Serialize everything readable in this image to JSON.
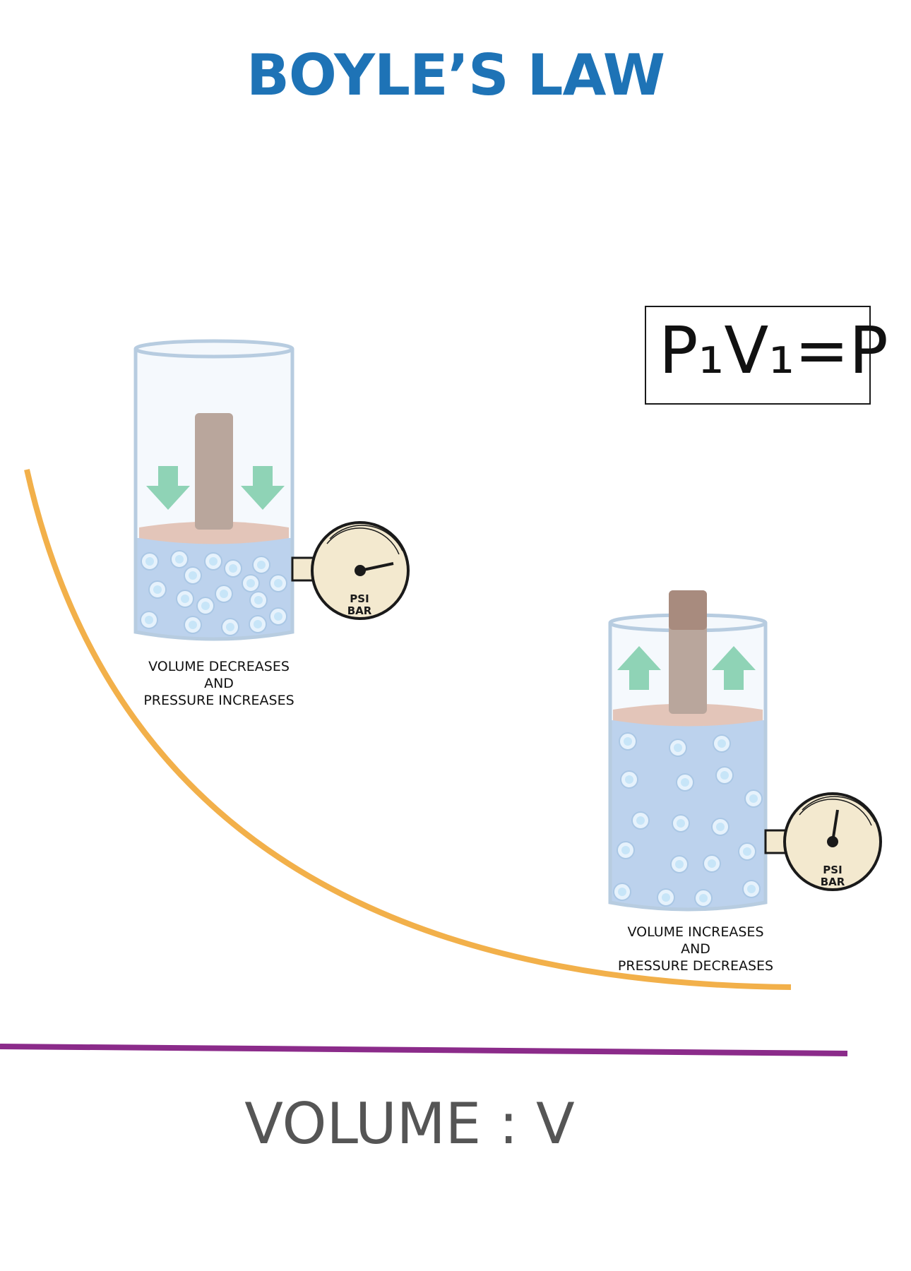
{
  "title": "BOYLE’S LAW",
  "formula": "P₁V₁=P",
  "gauge": {
    "line1": "PSI",
    "line2": "BAR"
  },
  "left_cylinder": {
    "caption": [
      "VOLUME DECREASES",
      "AND",
      "PRESSURE INCREASES"
    ],
    "arrow_direction": "down"
  },
  "right_cylinder": {
    "caption": [
      "VOLUME INCREASES",
      "AND",
      "PRESSURE DECREASES"
    ],
    "arrow_direction": "up"
  },
  "x_axis_label": "VOLUME : V",
  "colors": {
    "title": "#1e73b6",
    "curve": "#f2b04a",
    "axis": "#8b2b8a",
    "gas": "#a8c4e6",
    "piston": "#e3c5b9",
    "rod": "#b9a69c",
    "arrow": "#8fd3b6",
    "gauge_face": "#f3e9cf",
    "label_gray": "#555555"
  }
}
